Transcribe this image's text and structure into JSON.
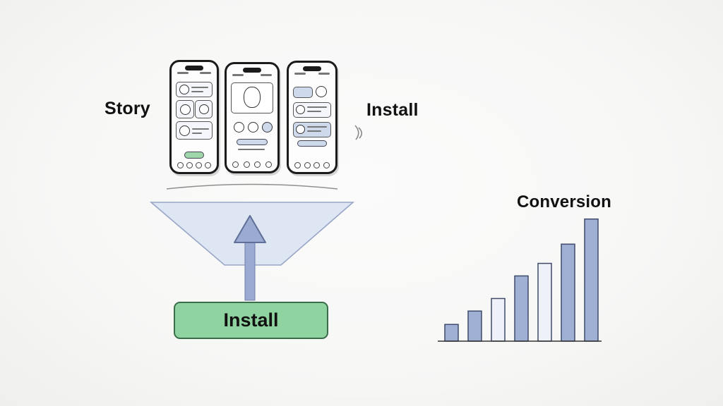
{
  "labels": {
    "story": "Story",
    "install_top": "Install",
    "conversion": "Conversion"
  },
  "install_button": {
    "label": "Install",
    "color": "#8fd3a0"
  },
  "colors": {
    "bar_blue": "#9fb0d4",
    "bar_light": "#eef1f7",
    "funnel_fill": "#dfe6f3",
    "arrow": "#9aaad0"
  },
  "chart_data": {
    "type": "bar",
    "title": "Conversion",
    "xlabel": "",
    "ylabel": "",
    "values": [
      2,
      3.6,
      5.1,
      7.8,
      9.3,
      11.6,
      14.6
    ],
    "bar_styles": [
      "blue",
      "blue",
      "light",
      "blue",
      "light",
      "blue",
      "blue"
    ],
    "ylim": [
      0,
      15
    ],
    "grid": false,
    "axis": "baseline-only"
  }
}
